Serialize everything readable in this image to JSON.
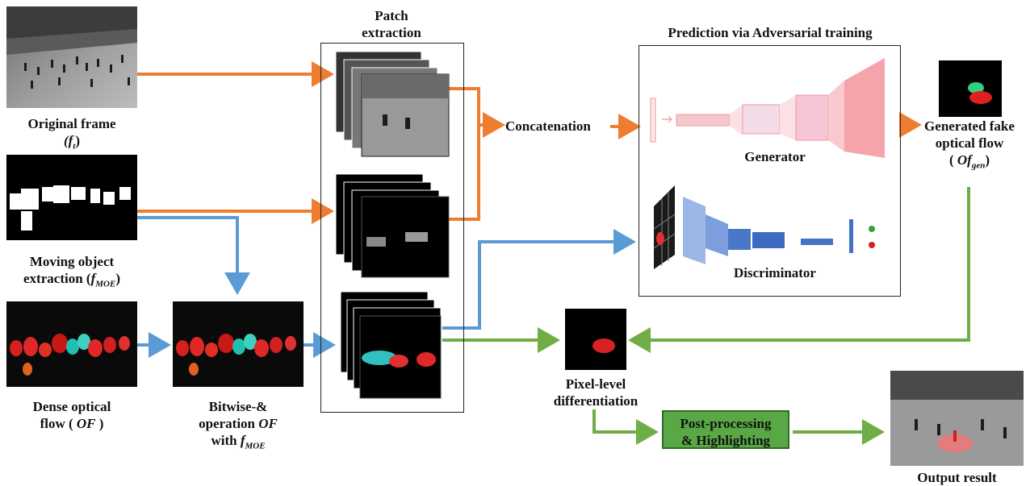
{
  "labels": {
    "original_frame": "Original frame",
    "original_frame_sym": "(f",
    "original_frame_sub": "t",
    "original_frame_close": ")",
    "moe_line1": "Moving object",
    "moe_line2": "extraction (",
    "moe_sym": "f",
    "moe_sub": "MOE",
    "moe_close": ")",
    "dense_line1": "Dense optical",
    "dense_line2": "flow (",
    "dense_sym": "OF",
    "dense_close": ")",
    "bitwise_line1": "Bitwise-&",
    "bitwise_line2": "operation",
    "bitwise_sym": "OF",
    "bitwise_line3": "with",
    "bitwise_sym2": "f",
    "bitwise_sub2": "MOE",
    "patch_line1": "Patch",
    "patch_line2": "extraction",
    "concatenation": "Concatenation",
    "adv_title": "Prediction via Adversarial training",
    "generator": "Generator",
    "discriminator": "Discriminator",
    "gen_flow_line1": "Generated fake",
    "gen_flow_line2": "optical flow",
    "gen_flow_open": "(",
    "gen_flow_sym": "Of",
    "gen_flow_sub": "gen",
    "gen_flow_close": ")",
    "pixel_line1": "Pixel-level",
    "pixel_line2": "differentiation",
    "post_line1": "Post-processing",
    "post_line2": "& Highlighting",
    "output": "Output result"
  },
  "colors": {
    "orange": "#ee7d31",
    "blue": "#5b9bd5",
    "green": "#70ad47",
    "post_box": "#5aa845"
  },
  "icons": {
    "original_frame": "grayscale-crowd-frame",
    "moe_mask": "binary-mask-image",
    "dense_flow": "color-flow-image",
    "generator_net": "generator-network-icon",
    "discriminator_net": "discriminator-network-icon",
    "output_frame": "highlighted-output-frame"
  }
}
